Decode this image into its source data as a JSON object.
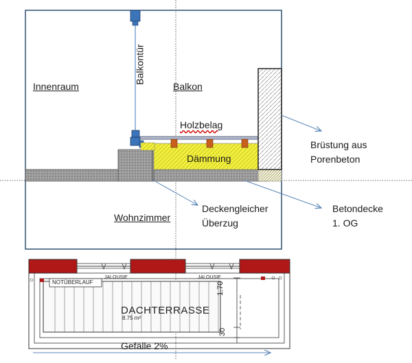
{
  "section": {
    "innenraum": "Innenraum",
    "balkon": "Balkon",
    "balkontuer": "Balkontür",
    "holzbelag": "Holzbelag",
    "daemmung": "Dämmung",
    "wohnzimmer": "Wohnzimmer",
    "bruestung_line1": "Brüstung aus",
    "bruestung_line2": "Porenbeton",
    "ueberzug_line1": "Deckengleicher",
    "ueberzug_line2": "Überzug",
    "betondecke_line1": "Betondecke",
    "betondecke_line2": "1. OG"
  },
  "plan": {
    "notueberlauf": "NOTÜBERLAUF",
    "jalousie_left": "JALOUSIE",
    "jalousie_right": "JALOUSIE",
    "dachterrasse": "DACHTERRASSE",
    "area": "8.75 m²",
    "dim_170": "1.70",
    "dim_30": "30",
    "gefaelle": "Gefälle 2%"
  },
  "colors": {
    "frame": "#2f4f6f",
    "slab": "#9a9a9a",
    "insulation": "#f2ef3a",
    "wood_support": "#c8601c",
    "door_fitting": "#3b74b8",
    "beam_red": "#b01818",
    "arrow": "#5a86b8"
  }
}
